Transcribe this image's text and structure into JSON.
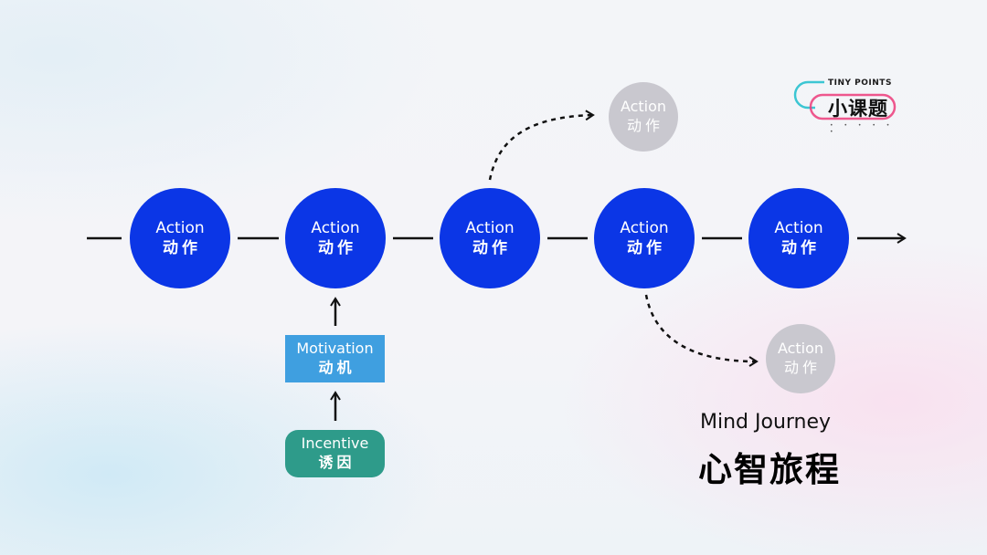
{
  "brand": {
    "tagline": "TINY POINTS",
    "name": "小课题",
    "dots": "• • • • • •",
    "colors": [
      "#3cc6d3",
      "#ec3b7a"
    ]
  },
  "title": {
    "en": "Mind Journey",
    "zh": "心智旅程"
  },
  "nodes": {
    "action_1": {
      "en": "Action",
      "zh": "动作"
    },
    "action_2": {
      "en": "Action",
      "zh": "动作"
    },
    "action_3": {
      "en": "Action",
      "zh": "动作"
    },
    "action_4": {
      "en": "Action",
      "zh": "动作"
    },
    "action_5": {
      "en": "Action",
      "zh": "动作"
    },
    "branch_up": {
      "en": "Action",
      "zh": "动作"
    },
    "branch_down": {
      "en": "Action",
      "zh": "动作"
    }
  },
  "motivation": {
    "en": "Motivation",
    "zh": "动机"
  },
  "incentive": {
    "en": "Incentive",
    "zh": "诱因"
  },
  "colors": {
    "action": "#0b36e6",
    "ghost": "#c9c8cf",
    "motivation": "#3f9fe0",
    "incentive": "#2e9b8a"
  }
}
